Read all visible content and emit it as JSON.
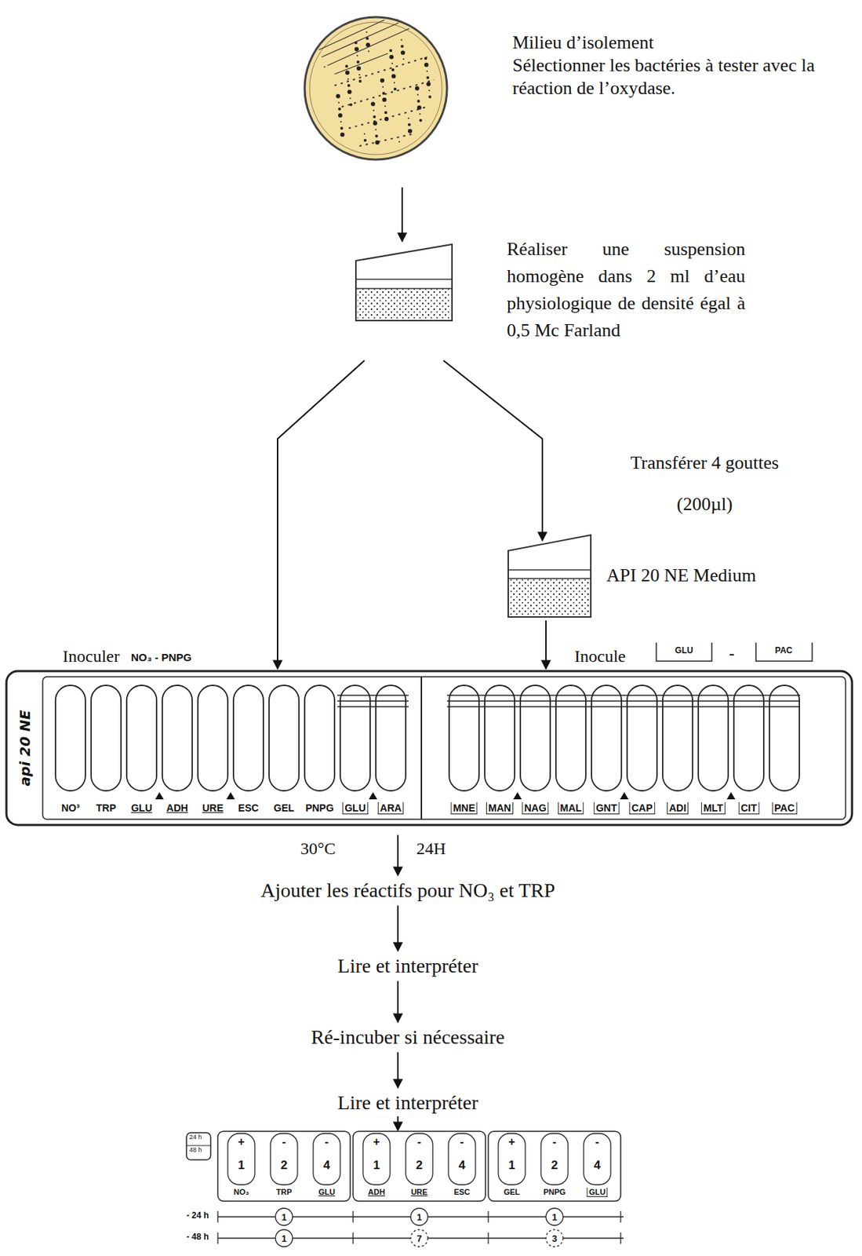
{
  "diagram": {
    "nodes": [
      {
        "text": [
          "Milieu d’isolement",
          "Sélectionner les bactéries à tester avec la réaction de l’oxydase."
        ]
      },
      {
        "text": [
          "Réaliser une suspension homogène dans 2 ml d’eau physiologique de densité égal à 0,5 Mc Farland"
        ]
      },
      {
        "text": [
          "API 20 NE Medium"
        ]
      },
      {
        "text": [
          "api 20 NE",
          "NO³",
          "TRP",
          "GLU",
          "ADH",
          "URE",
          "ESC",
          "GEL",
          "PNPG",
          "GLU",
          "ARA",
          "MNE",
          "MAN",
          "NAG",
          "MAL",
          "GNT",
          "CAP",
          "ADI",
          "MLT",
          "CIT",
          "PAC"
        ]
      },
      {
        "text": [
          "Ajouter les réactifs pour NO₃ et TRP"
        ]
      },
      {
        "text": [
          "Lire et interpréter"
        ]
      },
      {
        "text": [
          "Ré-incuber si nécessaire"
        ]
      },
      {
        "text": [
          "Lire et interpréter"
        ]
      },
      {
        "text": [
          "24 h",
          "48 h",
          "+",
          "1",
          "-",
          "2",
          "-",
          "4",
          "+",
          "1",
          "-",
          "2",
          "-",
          "4",
          "+",
          "1",
          "-",
          "2",
          "-",
          "4",
          "NO₃",
          "TRP",
          "GLU",
          "ADH",
          "URE",
          "ESC",
          "GEL",
          "PNPG",
          "GLU",
          "- 24 h",
          "1",
          "1",
          "1",
          "- 48 h",
          "1",
          "7",
          "3"
        ]
      }
    ],
    "edges": [
      {
        "from": 0,
        "to": 1,
        "arrow": "to"
      },
      {
        "from": 1,
        "to": 3,
        "arrow": "to"
      },
      {
        "from": 1,
        "to": 2,
        "arrow": "to"
      },
      {
        "from": 2,
        "to": 3,
        "arrow": "to"
      },
      {
        "from": 3,
        "to": 4,
        "arrow": "to"
      },
      {
        "from": 4,
        "to": 5,
        "arrow": "to"
      },
      {
        "from": 5,
        "to": 6,
        "arrow": "to"
      },
      {
        "from": 6,
        "to": 7,
        "arrow": "to"
      },
      {
        "from": 7,
        "to": 8,
        "arrow": "to"
      }
    ],
    "labels": [
      "Transférer 4 gouttes (200µl)",
      "Inoculer",
      "NO₃ - PNPG",
      "Inocule",
      "GLU",
      "-",
      "PAC",
      "30°C",
      "24H"
    ]
  }
}
